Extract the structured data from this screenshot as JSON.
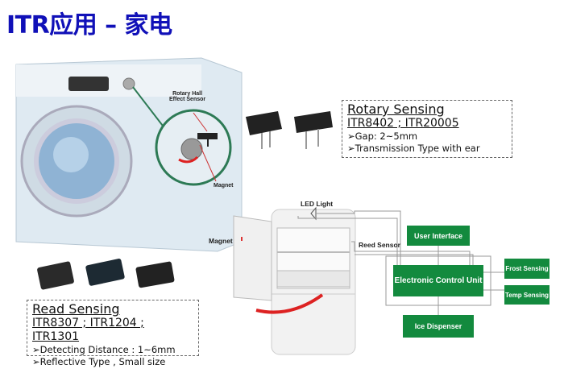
{
  "title": "ITR应用 – 家电",
  "washer": {
    "sensor_label_1": "Rotary Hall",
    "sensor_label_2": "Effect Sensor",
    "magnet_label": "Magnet"
  },
  "rotary": {
    "heading": "Rotary Sensing",
    "models": "ITR8402 ; ITR20005",
    "bullets": [
      "➢Gap: 2~5mm",
      "➢Transmission Type with ear"
    ]
  },
  "read": {
    "heading": "Read Sensing",
    "models": "ITR8307 ; ITR1204 ; ITR1301",
    "bullets": [
      "➢Detecting Distance : 1~6mm",
      "➢Reflective Type , Small size"
    ]
  },
  "fridge": {
    "led_label": "LED Light",
    "magnet_label": "Magnet",
    "reed_label": "Reed Sensor",
    "blocks": {
      "ui": "User Interface",
      "ecu": "Electronic Control Unit",
      "frost": "Frost Sensing",
      "temp": "Temp Sensing",
      "ice": "Ice Dispenser"
    }
  },
  "colors": {
    "title": "#1010b8",
    "block": "#138a3e"
  }
}
